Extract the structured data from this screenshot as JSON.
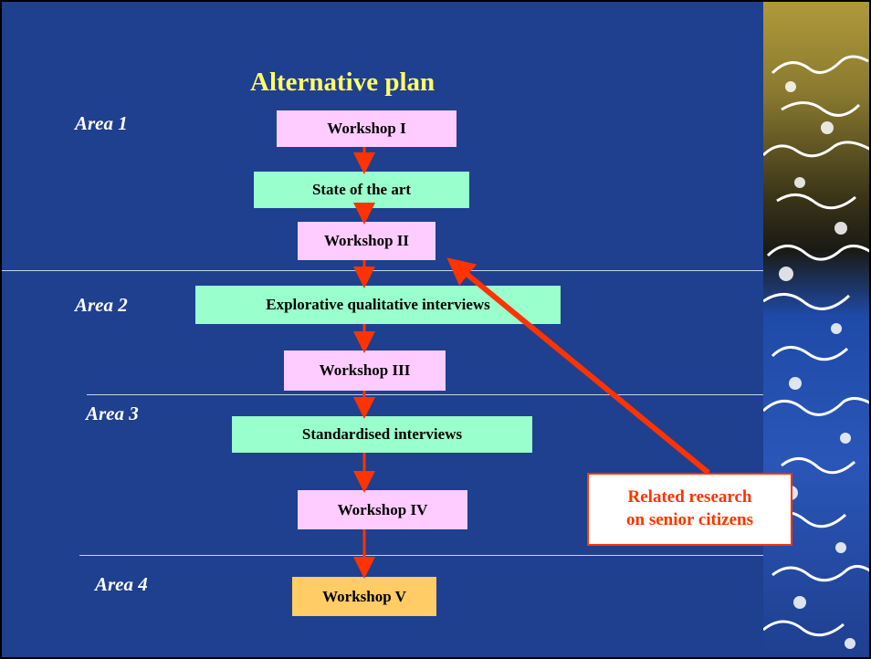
{
  "slide": {
    "title": "Alternative plan",
    "areas": [
      "Area 1",
      "Area 2",
      "Area 3",
      "Area 4"
    ],
    "boxes": {
      "workshop_i": "Workshop I",
      "state_of_the_art": "State of the art",
      "workshop_ii": "Workshop II",
      "explorative": "Explorative qualitative interviews",
      "workshop_iii": "Workshop III",
      "standardised": "Standardised interviews",
      "workshop_iv": "Workshop IV",
      "workshop_v": "Workshop V"
    },
    "callout": {
      "line1": "Related research",
      "line2": "on senior citizens"
    },
    "colors": {
      "background": "#1f3f8f",
      "title": "#ffff66",
      "workshop_box": "#ffccff",
      "activity_box": "#99ffcc",
      "final_box": "#ffcc66",
      "arrow": "#ff3300"
    }
  }
}
